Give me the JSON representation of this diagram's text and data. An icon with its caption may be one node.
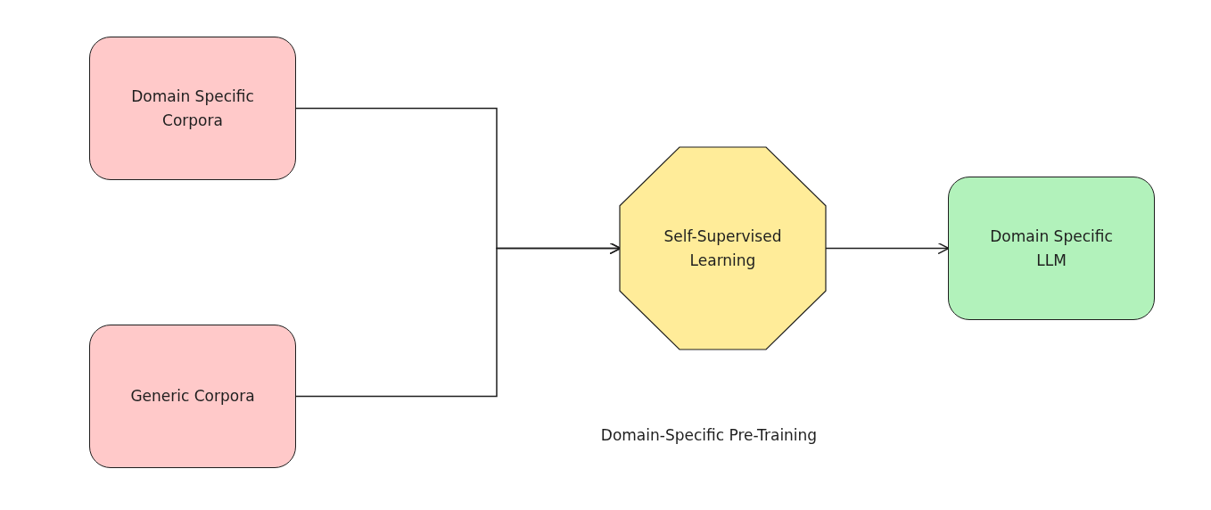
{
  "diagram": {
    "caption": "Domain-Specific Pre-Training",
    "nodes": [
      {
        "text": [
          "Domain Specific Corpora"
        ]
      },
      {
        "text": [
          "Generic Corpora"
        ]
      },
      {
        "text": [
          "Self-Supervised Learning"
        ]
      },
      {
        "text": [
          "Domain Specific LLM"
        ]
      }
    ],
    "edges": [
      {
        "from": 0,
        "to": 2,
        "arrow": "to"
      },
      {
        "from": 1,
        "to": 2,
        "arrow": "to"
      },
      {
        "from": 2,
        "to": 3,
        "arrow": "to"
      }
    ]
  }
}
